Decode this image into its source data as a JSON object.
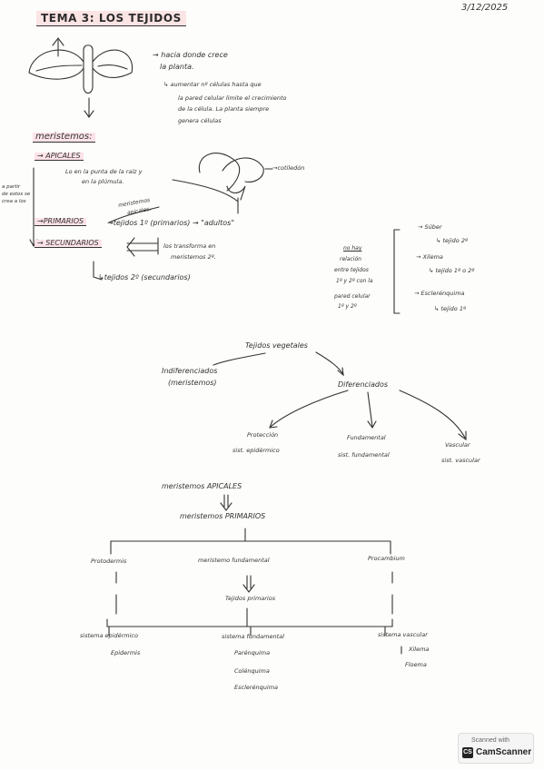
{
  "header": {
    "title": "TEMA 3: LOS TEJIDOS",
    "date": "3/12/2025"
  },
  "plant_notes": {
    "line1": "→ hacia donde crece",
    "line2": "la planta.",
    "line3": "↳ aumentar nº células hasta que",
    "line4": "la pared celular limite el crecimiento",
    "line5": "de la célula. La planta siempre",
    "line6": "genera células"
  },
  "meristemos": {
    "heading": "meristemos:",
    "apicales_label": "→ APICALES",
    "apicales_desc1": "Lo en la punta de la raíz y",
    "apicales_desc2": "en la plúmula.",
    "cotiledon": "→cotiledón",
    "side_note": [
      "a partir",
      "de estos se",
      "crea a los"
    ],
    "meristemos_apicales_note1": "meristemos",
    "meristemos_apicales_note2": "apicales.",
    "primarios_label": "→PRIMARIOS",
    "primarios_desc": "→tejidos 1º (primarios) → \"adultos\"",
    "secundarios_label": "→ SECUNDARIOS",
    "secundarios_desc1": "los transforma en",
    "secundarios_desc2": "meristemos 2º.",
    "secundarios_result": "↳tejidos 2º (secundarios)"
  },
  "right_notes": {
    "relation": [
      "no hay",
      "relación",
      "entre tejidos",
      "1º y 2º con la",
      "pared celular",
      "1º y 2º"
    ],
    "suber": "→ Súber",
    "suber_sub": "↳ tejido 2º",
    "xilema": "→ Xilema",
    "xilema_sub": "↳ tejido 1º o 2º",
    "esclerenquima": "→ Esclerénquima",
    "esclerenquima_sub": "↳ tejido 1º"
  },
  "tree1": {
    "root": "Tejidos vegetales",
    "indif": "Indiferenciados",
    "indif_sub": "(meristemos)",
    "dif": "Diferenciados",
    "proteccion": "Protección",
    "proteccion_sub": "sist. epidérmico",
    "fundamental": "Fundamental",
    "fundamental_sub": "sist. fundamental",
    "vascular": "Vascular",
    "vascular_sub": "sist. vascular"
  },
  "tree2": {
    "apicales": "meristemos APICALES",
    "primarios": "meristemos PRIMARIOS",
    "protodermis": "Protodermis",
    "fundamental": "meristemo fundamental",
    "procambium": "Procambium",
    "tejidos": "Tejidos primarios",
    "epi_sys": "sistema epidérmico",
    "epi_items": [
      "Epidermis"
    ],
    "fund_sys": "sistema fundamental",
    "fund_items": [
      "Parénquima",
      "Colénquima",
      "Esclerénquima"
    ],
    "vasc_sys": "sistema vascular",
    "vasc_items": [
      "Xilema",
      "Floema"
    ]
  },
  "badge": {
    "scanned": "Scanned with",
    "logo": "CS",
    "brand": "CamScanner"
  }
}
